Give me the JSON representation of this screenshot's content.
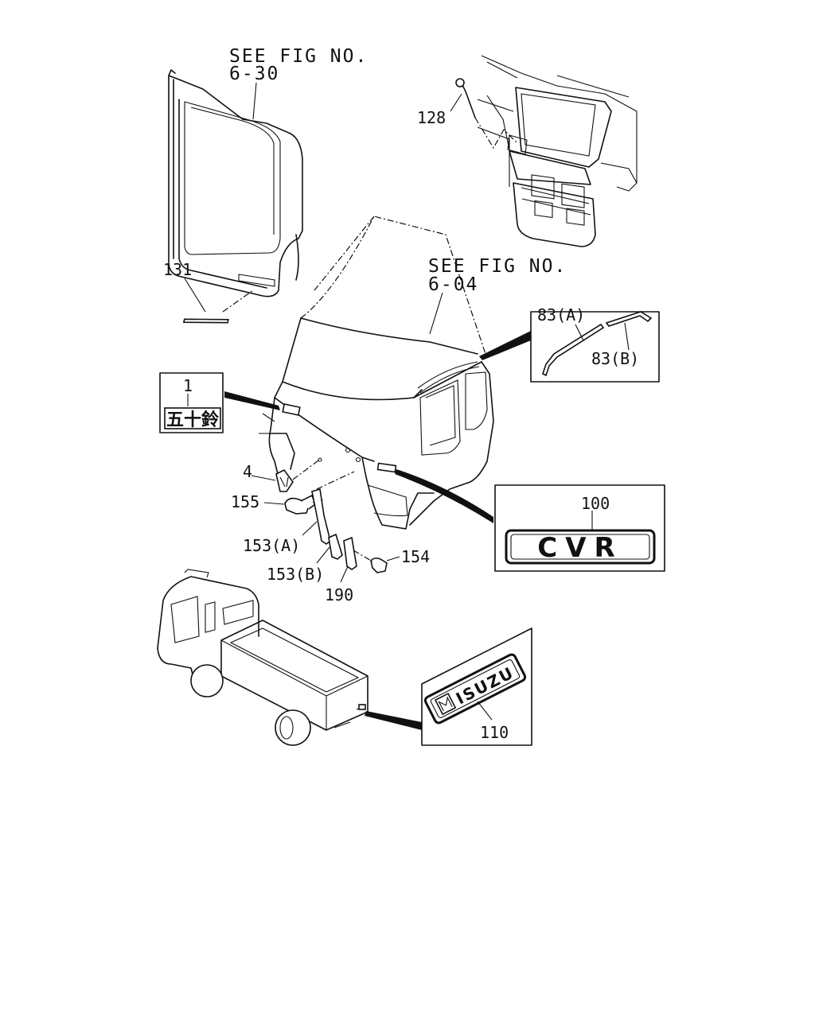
{
  "references": {
    "upper_left": {
      "line1": "SEE FIG NO.",
      "line2": "6-30"
    },
    "center": {
      "line1": "SEE FIG NO.",
      "line2": "6-04"
    }
  },
  "parts": [
    {
      "id": "1",
      "label": "1"
    },
    {
      "id": "4",
      "label": "4"
    },
    {
      "id": "83a",
      "label": "83(A)"
    },
    {
      "id": "83b",
      "label": "83(B)"
    },
    {
      "id": "100",
      "label": "100"
    },
    {
      "id": "110",
      "label": "110"
    },
    {
      "id": "128",
      "label": "128"
    },
    {
      "id": "131",
      "label": "131"
    },
    {
      "id": "153a",
      "label": "153(A)"
    },
    {
      "id": "153b",
      "label": "153(B)"
    },
    {
      "id": "154",
      "label": "154"
    },
    {
      "id": "155",
      "label": "155"
    },
    {
      "id": "190",
      "label": "190"
    }
  ],
  "emblems": {
    "cvr_badge": "CVR",
    "isuzu_badge": "ISUZU",
    "kanji_badge": "五十鈴"
  }
}
